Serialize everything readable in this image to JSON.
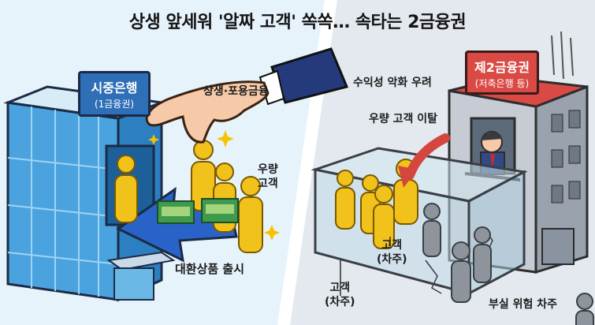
{
  "title": "상생 앞세워 '알짜 고객' 쏙쏙… 속타는 2금융권",
  "left": {
    "bank_sign_main": "시중은행",
    "bank_sign_sub": "(1금융권)",
    "hand_label": "상생·포용금융",
    "prime_label_line1": "우량",
    "prime_label_line2": "고객",
    "arrow_label": "대환상품 출시"
  },
  "right": {
    "bank_sign_main": "제2금융권",
    "bank_sign_sub": "(저축은행 등)",
    "profit_label": "수익성 악화 우려",
    "outflow_label": "우량 고객 이탈",
    "client_label_mid_line1": "고객",
    "client_label_mid_line2": "(차주)",
    "client_label_left_line1": "고객",
    "client_label_left_line2": "(차주)",
    "risk_label": "부실 위험 차주"
  },
  "colors": {
    "left_bg": "#e6f3fb",
    "right_bg": "#e4e9ef",
    "sign_blue": "#2f6fb8",
    "sign_red": "#d94a45",
    "gold": "#f1c21b",
    "arrow_blue": "#2a63c7",
    "arrow_red": "#d4473f"
  }
}
